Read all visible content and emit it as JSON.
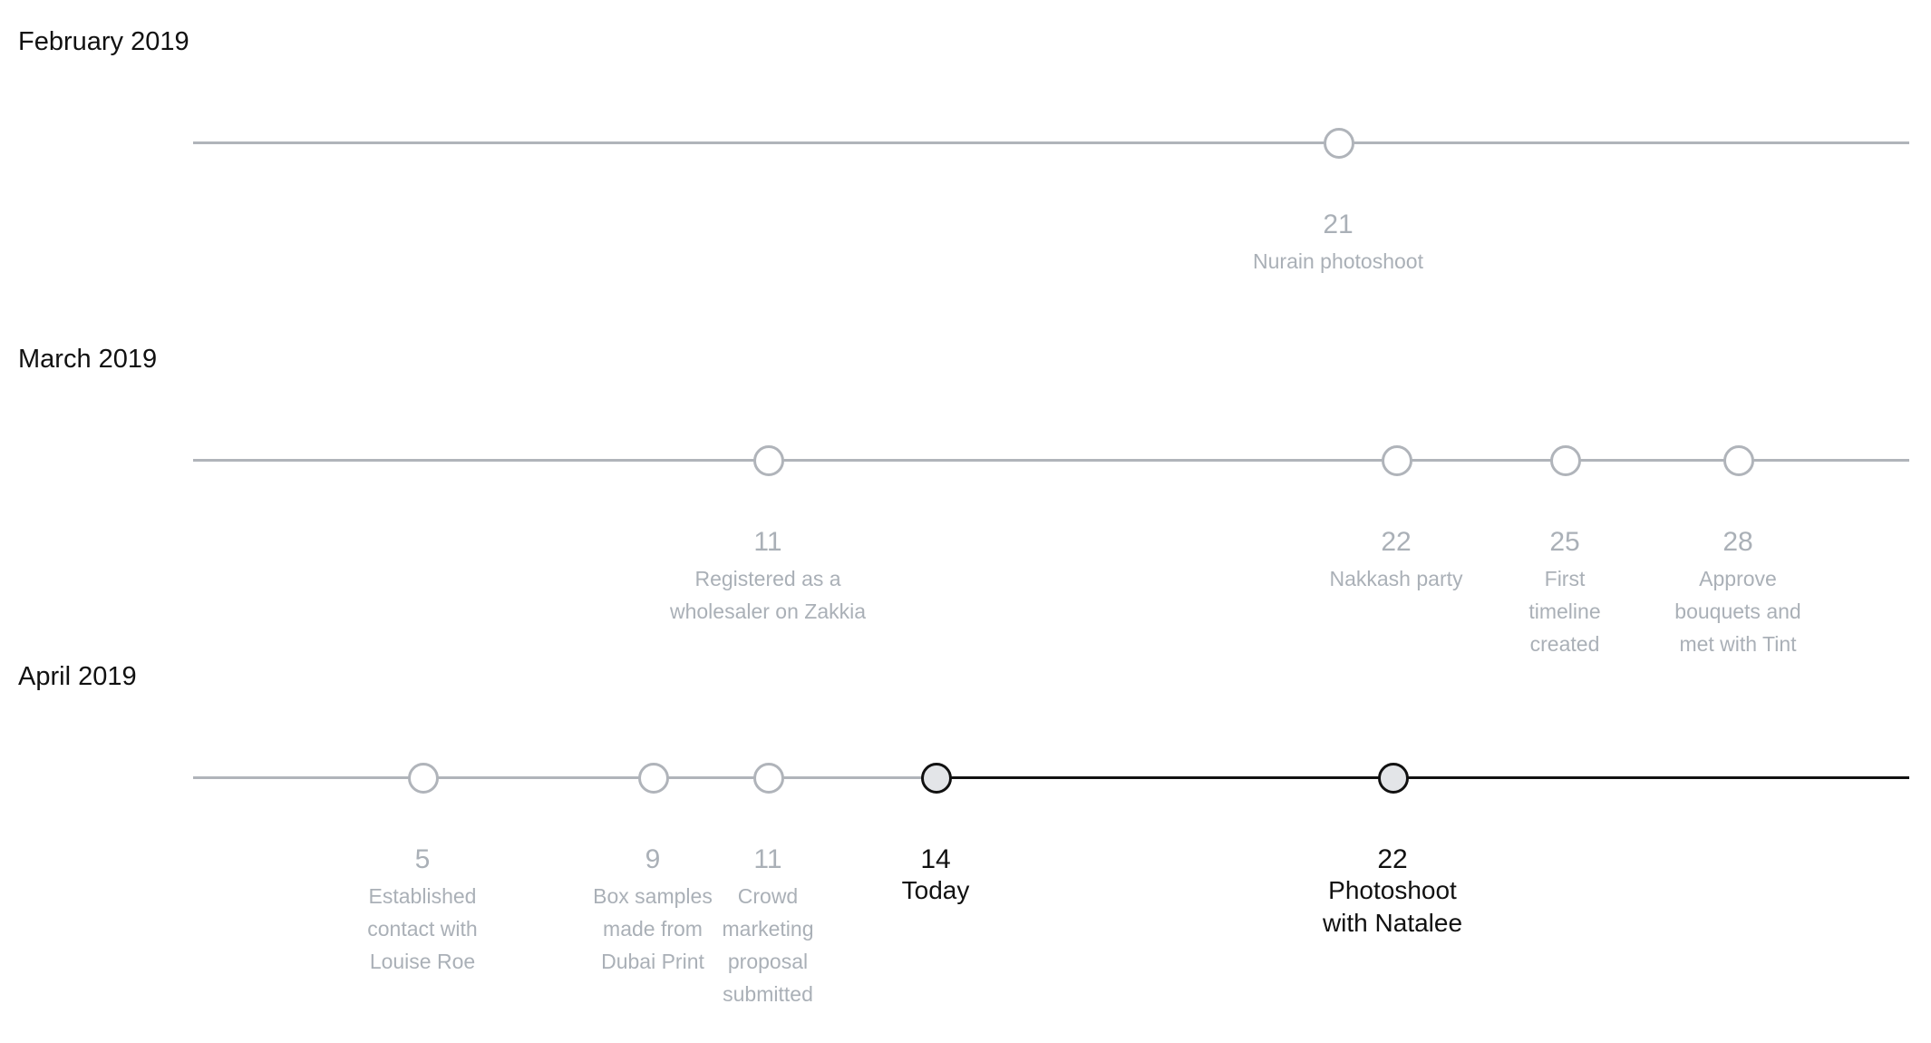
{
  "months": [
    {
      "label": "February 2019",
      "events": [
        {
          "day": "21",
          "lines": [
            "Nurain photoshoot"
          ]
        }
      ]
    },
    {
      "label": "March 2019",
      "events": [
        {
          "day": "11",
          "lines": [
            "Registered as a",
            "wholesaler on Zakkia"
          ]
        },
        {
          "day": "22",
          "lines": [
            "Nakkash party"
          ]
        },
        {
          "day": "25",
          "lines": [
            "First",
            "timeline",
            "created"
          ]
        },
        {
          "day": "28",
          "lines": [
            "Approve",
            "bouquets and",
            "met with Tint"
          ]
        }
      ]
    },
    {
      "label": "April 2019",
      "events": [
        {
          "day": "5",
          "lines": [
            "Established",
            "contact with",
            "Louise Roe"
          ]
        },
        {
          "day": "9",
          "lines": [
            "Box samples",
            "made from",
            "Dubai Print"
          ]
        },
        {
          "day": "11",
          "lines": [
            "Crowd",
            "marketing",
            "proposal",
            "submitted"
          ]
        },
        {
          "day": "14",
          "lines": [
            "Today"
          ],
          "active": true
        },
        {
          "day": "22",
          "lines": [
            "Photoshoot",
            "with Natalee"
          ],
          "active": true
        }
      ]
    }
  ],
  "colors": {
    "past_line": "#b0b4ba",
    "future_line": "#111111",
    "muted_text": "#aab0b7",
    "active_text": "#111111",
    "active_dot_fill": "#e3e5e8"
  }
}
